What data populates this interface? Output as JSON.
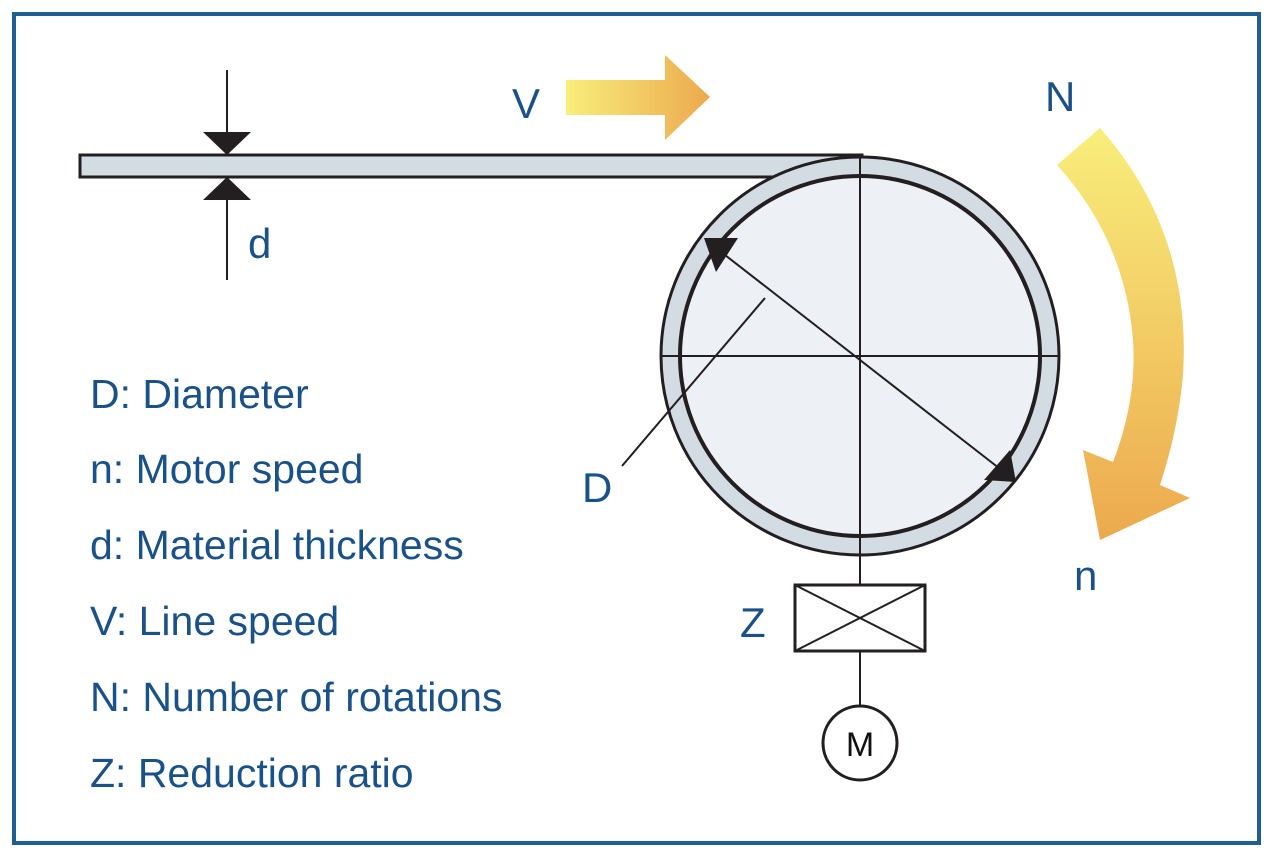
{
  "labels": {
    "V": "V",
    "N": "N",
    "n": "n",
    "d": "d",
    "D": "D",
    "Z": "Z",
    "M": "M"
  },
  "legend": [
    "D: Diameter",
    "n: Motor speed",
    "d: Material thickness",
    "V: Line speed",
    "N: Number of rotations",
    "Z: Reduction ratio"
  ],
  "colors": {
    "text": "#1a5189",
    "frame": "#1d5e94",
    "arrow_start": "#f8ee7c",
    "arrow_end": "#eca94e",
    "material": "#d3dbe3",
    "roll": "#edf0f4"
  },
  "icons": [
    "line-speed-arrow",
    "rotation-arrow",
    "gearbox-symbol",
    "motor-symbol"
  ]
}
